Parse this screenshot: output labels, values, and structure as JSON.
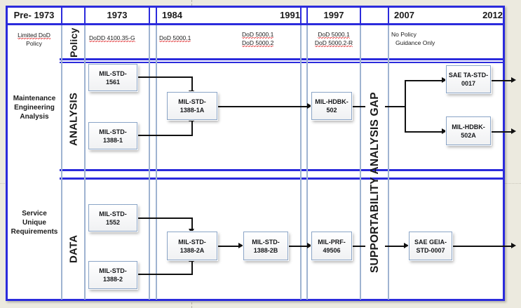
{
  "diagram": {
    "title": "Maintenance Engineering Analysis and Data Standards Timeline",
    "accent_color": "#2b2bdc",
    "box_border_color": "#8aa4c6",
    "background_color": "#eceadf"
  },
  "header": {
    "columns": [
      {
        "label": "Pre- 1973"
      },
      {
        "label": ""
      },
      {
        "label": "1973"
      },
      {
        "label": "1984"
      },
      {
        "label": "1991"
      },
      {
        "label": "1997"
      },
      {
        "label": ""
      },
      {
        "label": "2007"
      },
      {
        "label": "2012"
      }
    ]
  },
  "policy_row": {
    "row_label": "Policy",
    "cells": [
      {
        "lines": [
          "Limited DoD",
          "Policy"
        ],
        "spell": [
          "DoD"
        ]
      },
      {
        "lines": [
          "DoDD 4100.35-G"
        ],
        "spell": [
          "DoDD"
        ]
      },
      {
        "lines": [
          "DoD 5000.1"
        ],
        "spell": [
          "DoD"
        ]
      },
      {
        "lines": [
          "DoD 5000.1",
          "DoD 5000.2"
        ],
        "spell": [
          "DoD"
        ]
      },
      {
        "lines": [
          "DoD 5000.1",
          "DoD 5000.2-R"
        ],
        "spell": [
          "DoD"
        ]
      },
      {
        "lines": [
          "No Policy",
          "Guidance Only"
        ],
        "spell": []
      }
    ],
    "cell_pre1973_l1": "Limited DoD",
    "cell_pre1973_l2": "Policy",
    "cell_1973_l1": "DoDD 4100.35-G",
    "cell_1984_l1": "DoD 5000.1",
    "cell_1991_l1": "DoD 5000.1",
    "cell_1991_l2": "DoD 5000.2",
    "cell_1997_l1": "DoD 5000.1",
    "cell_1997_l2": "DoD 5000.2-R",
    "cell_2007_l1": "No Policy",
    "cell_2007_l2": "Guidance Only"
  },
  "analysis_row": {
    "side_label_l1": "Maintenance",
    "side_label_l2": "Engineering",
    "side_label_l3": "Analysis",
    "row_label": "ANALYSIS",
    "boxes": [
      {
        "id": "mil-std-1561",
        "l1": "MIL-STD-",
        "l2": "1561"
      },
      {
        "id": "mil-std-1388-1",
        "l1": "MIL-STD-",
        "l2": "1388-1"
      },
      {
        "id": "mil-std-1388-1a",
        "l1": "MIL-STD-",
        "l2": "1388-1A"
      },
      {
        "id": "mil-hdbk-502",
        "l1": "MIL-HDBK-",
        "l2": "502"
      },
      {
        "id": "sae-ta-std-0017",
        "l1": "SAE TA-STD-",
        "l2": "0017"
      },
      {
        "id": "mil-hdbk-502a",
        "l1": "MIL-HDBK-",
        "l2": "502A"
      }
    ],
    "box_1561_l1": "MIL-STD-",
    "box_1561_l2": "1561",
    "box_1388_1_l1": "MIL-STD-",
    "box_1388_1_l2": "1388-1",
    "box_1388_1a_l1": "MIL-STD-",
    "box_1388_1a_l2": "1388-1A",
    "box_502_l1": "MIL-HDBK-",
    "box_502_l2": "502",
    "box_0017_l1": "SAE TA-STD-",
    "box_0017_l2": "0017",
    "box_502a_l1": "MIL-HDBK-",
    "box_502a_l2": "502A"
  },
  "data_row": {
    "side_label_l1": "Service",
    "side_label_l2": "Unique",
    "side_label_l3": "Requirements",
    "row_label": "DATA",
    "boxes": [
      {
        "id": "mil-std-1552",
        "l1": "MIL-STD-",
        "l2": "1552"
      },
      {
        "id": "mil-std-1388-2",
        "l1": "MIL-STD-",
        "l2": "1388-2"
      },
      {
        "id": "mil-std-1388-2a",
        "l1": "MIL-STD-",
        "l2": "1388-2A"
      },
      {
        "id": "mil-std-1388-2b",
        "l1": "MIL-STD-",
        "l2": "1388-2B"
      },
      {
        "id": "mil-prf-49506",
        "l1": "MIL-PRF-",
        "l2": "49506"
      },
      {
        "id": "sae-geia-std-0007",
        "l1": "SAE GEIA-",
        "l2": "STD-0007"
      }
    ],
    "box_1552_l1": "MIL-STD-",
    "box_1552_l2": "1552",
    "box_1388_2_l1": "MIL-STD-",
    "box_1388_2_l2": "1388-2",
    "box_1388_2a_l1": "MIL-STD-",
    "box_1388_2a_l2": "1388-2A",
    "box_1388_2b_l1": "MIL-STD-",
    "box_1388_2b_l2": "1388-2B",
    "box_49506_l1": "MIL-PRF-",
    "box_49506_l2": "49506",
    "box_0007_l1": "SAE GEIA-",
    "box_0007_l2": "STD-0007"
  },
  "gap": {
    "label": "SUPPORTABILITY ANALYSIS GAP"
  }
}
